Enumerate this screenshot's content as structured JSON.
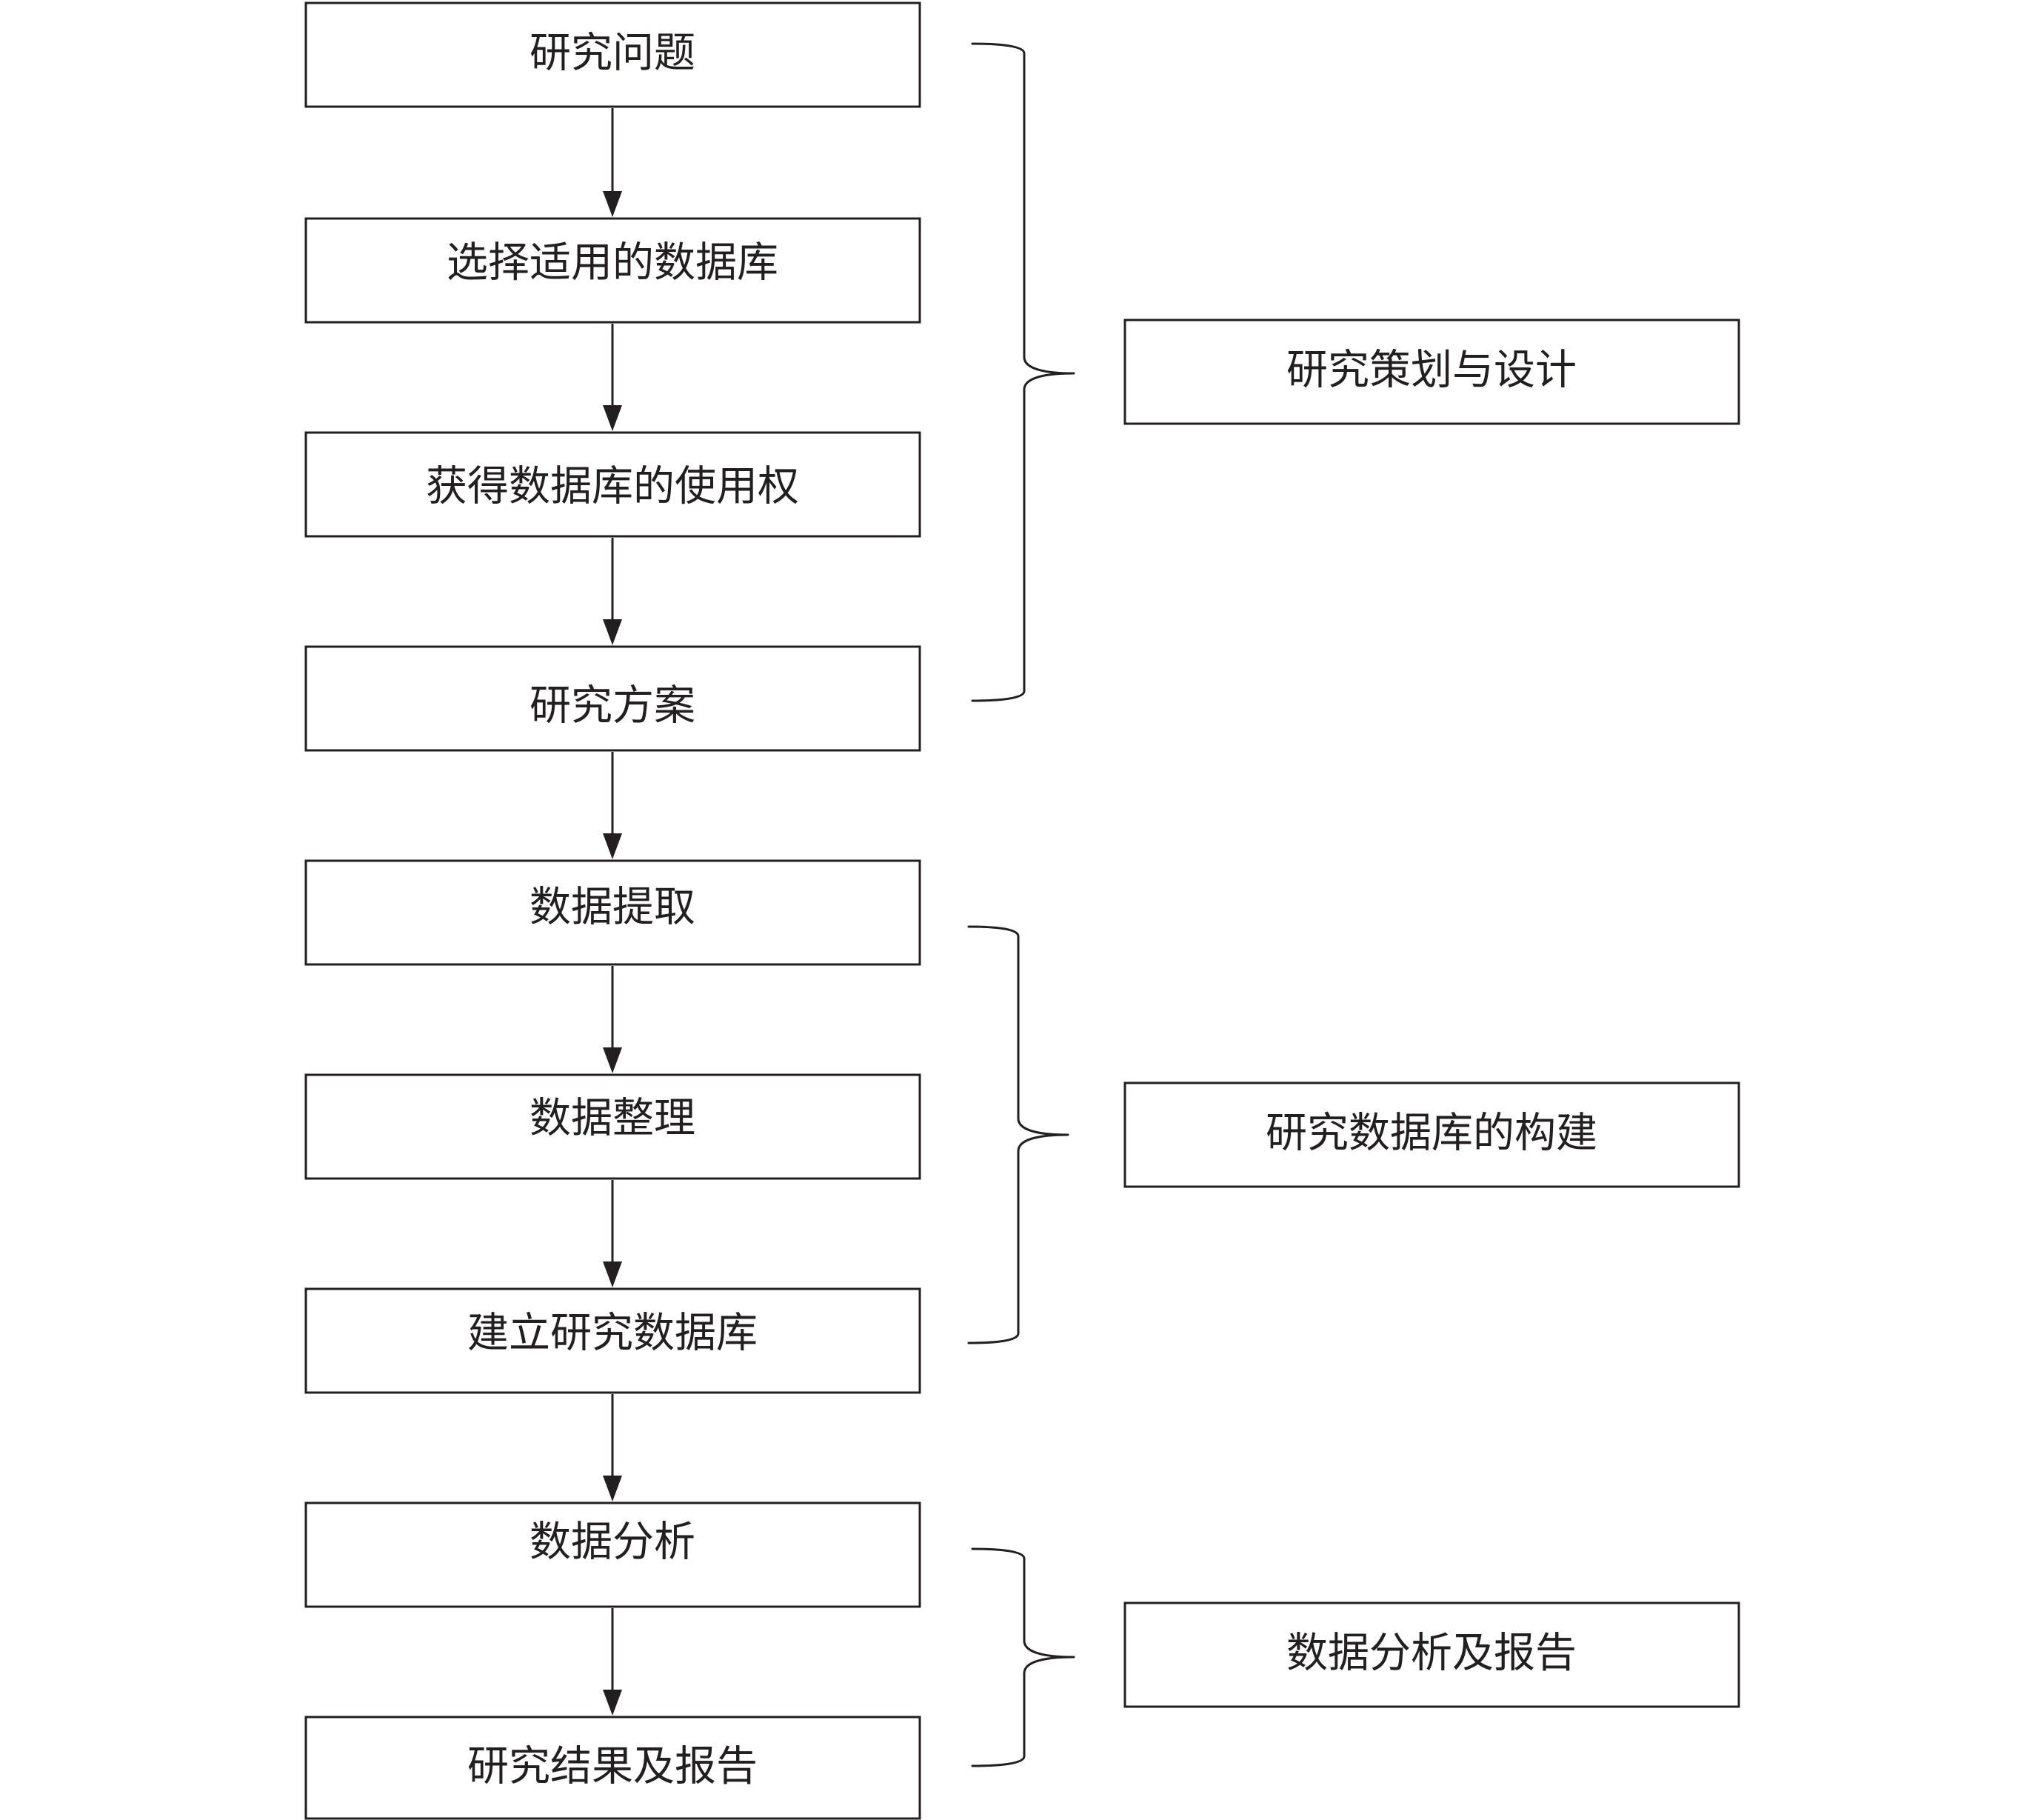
{
  "colors": {
    "line": "#231f20",
    "text": "#231f20",
    "background": "#ffffff"
  },
  "steps": [
    "研究问题",
    "选择适用的数据库",
    "获得数据库的使用权",
    "研究方案",
    "数据提取",
    "数据整理",
    "建立研究数据库",
    "数据分析",
    "研究结果及报告"
  ],
  "stages": [
    {
      "label": "研究策划与设计",
      "from_step": 0,
      "to_step": 3
    },
    {
      "label": "研究数据库的构建",
      "from_step": 4,
      "to_step": 6
    },
    {
      "label": "数据分析及报告",
      "from_step": 7,
      "to_step": 8
    }
  ]
}
